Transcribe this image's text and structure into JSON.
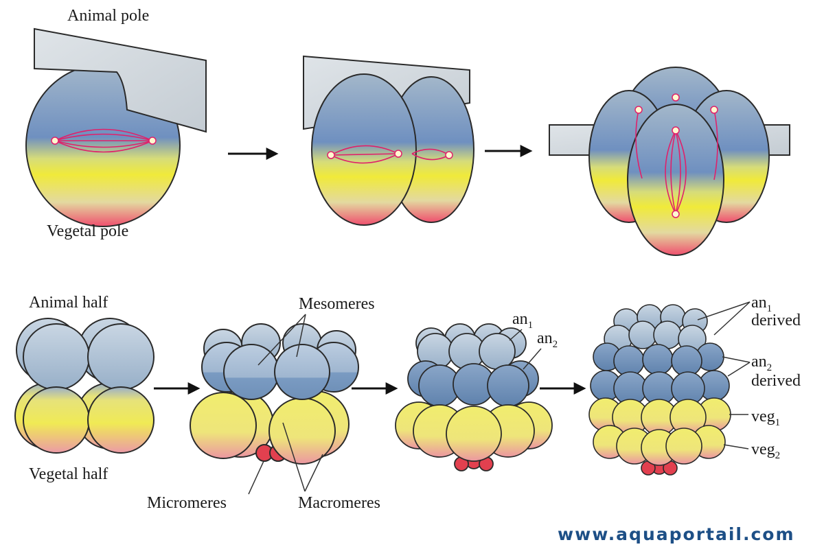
{
  "labels": {
    "animal_pole": "Animal pole",
    "vegetal_pole": "Vegetal pole",
    "animal_half": "Animal half",
    "vegetal_half": "Vegetal half",
    "mesomeres": "Mesomeres",
    "micromeres": "Micromeres",
    "macromeres": "Macromeres",
    "an1": "an",
    "an1_sub": "1",
    "an2": "an",
    "an2_sub": "2",
    "an1_derived_an": "an",
    "an1_derived_sub": "1",
    "an1_derived_word": "derived",
    "an2_derived_an": "an",
    "an2_derived_sub": "2",
    "an2_derived_word": "derived",
    "veg1": "veg",
    "veg1_sub": "1",
    "veg2": "veg",
    "veg2_sub": "2"
  },
  "watermark": "www.aquaportail.com",
  "colors": {
    "animal": "#9fb6cf",
    "animal_dark": "#6f90b8",
    "yolk": "#e8e34a",
    "vegetal": "#e8607a",
    "spindle": "#e0206a",
    "plane": "#d3d9de",
    "watermark": "#1d4f86"
  }
}
